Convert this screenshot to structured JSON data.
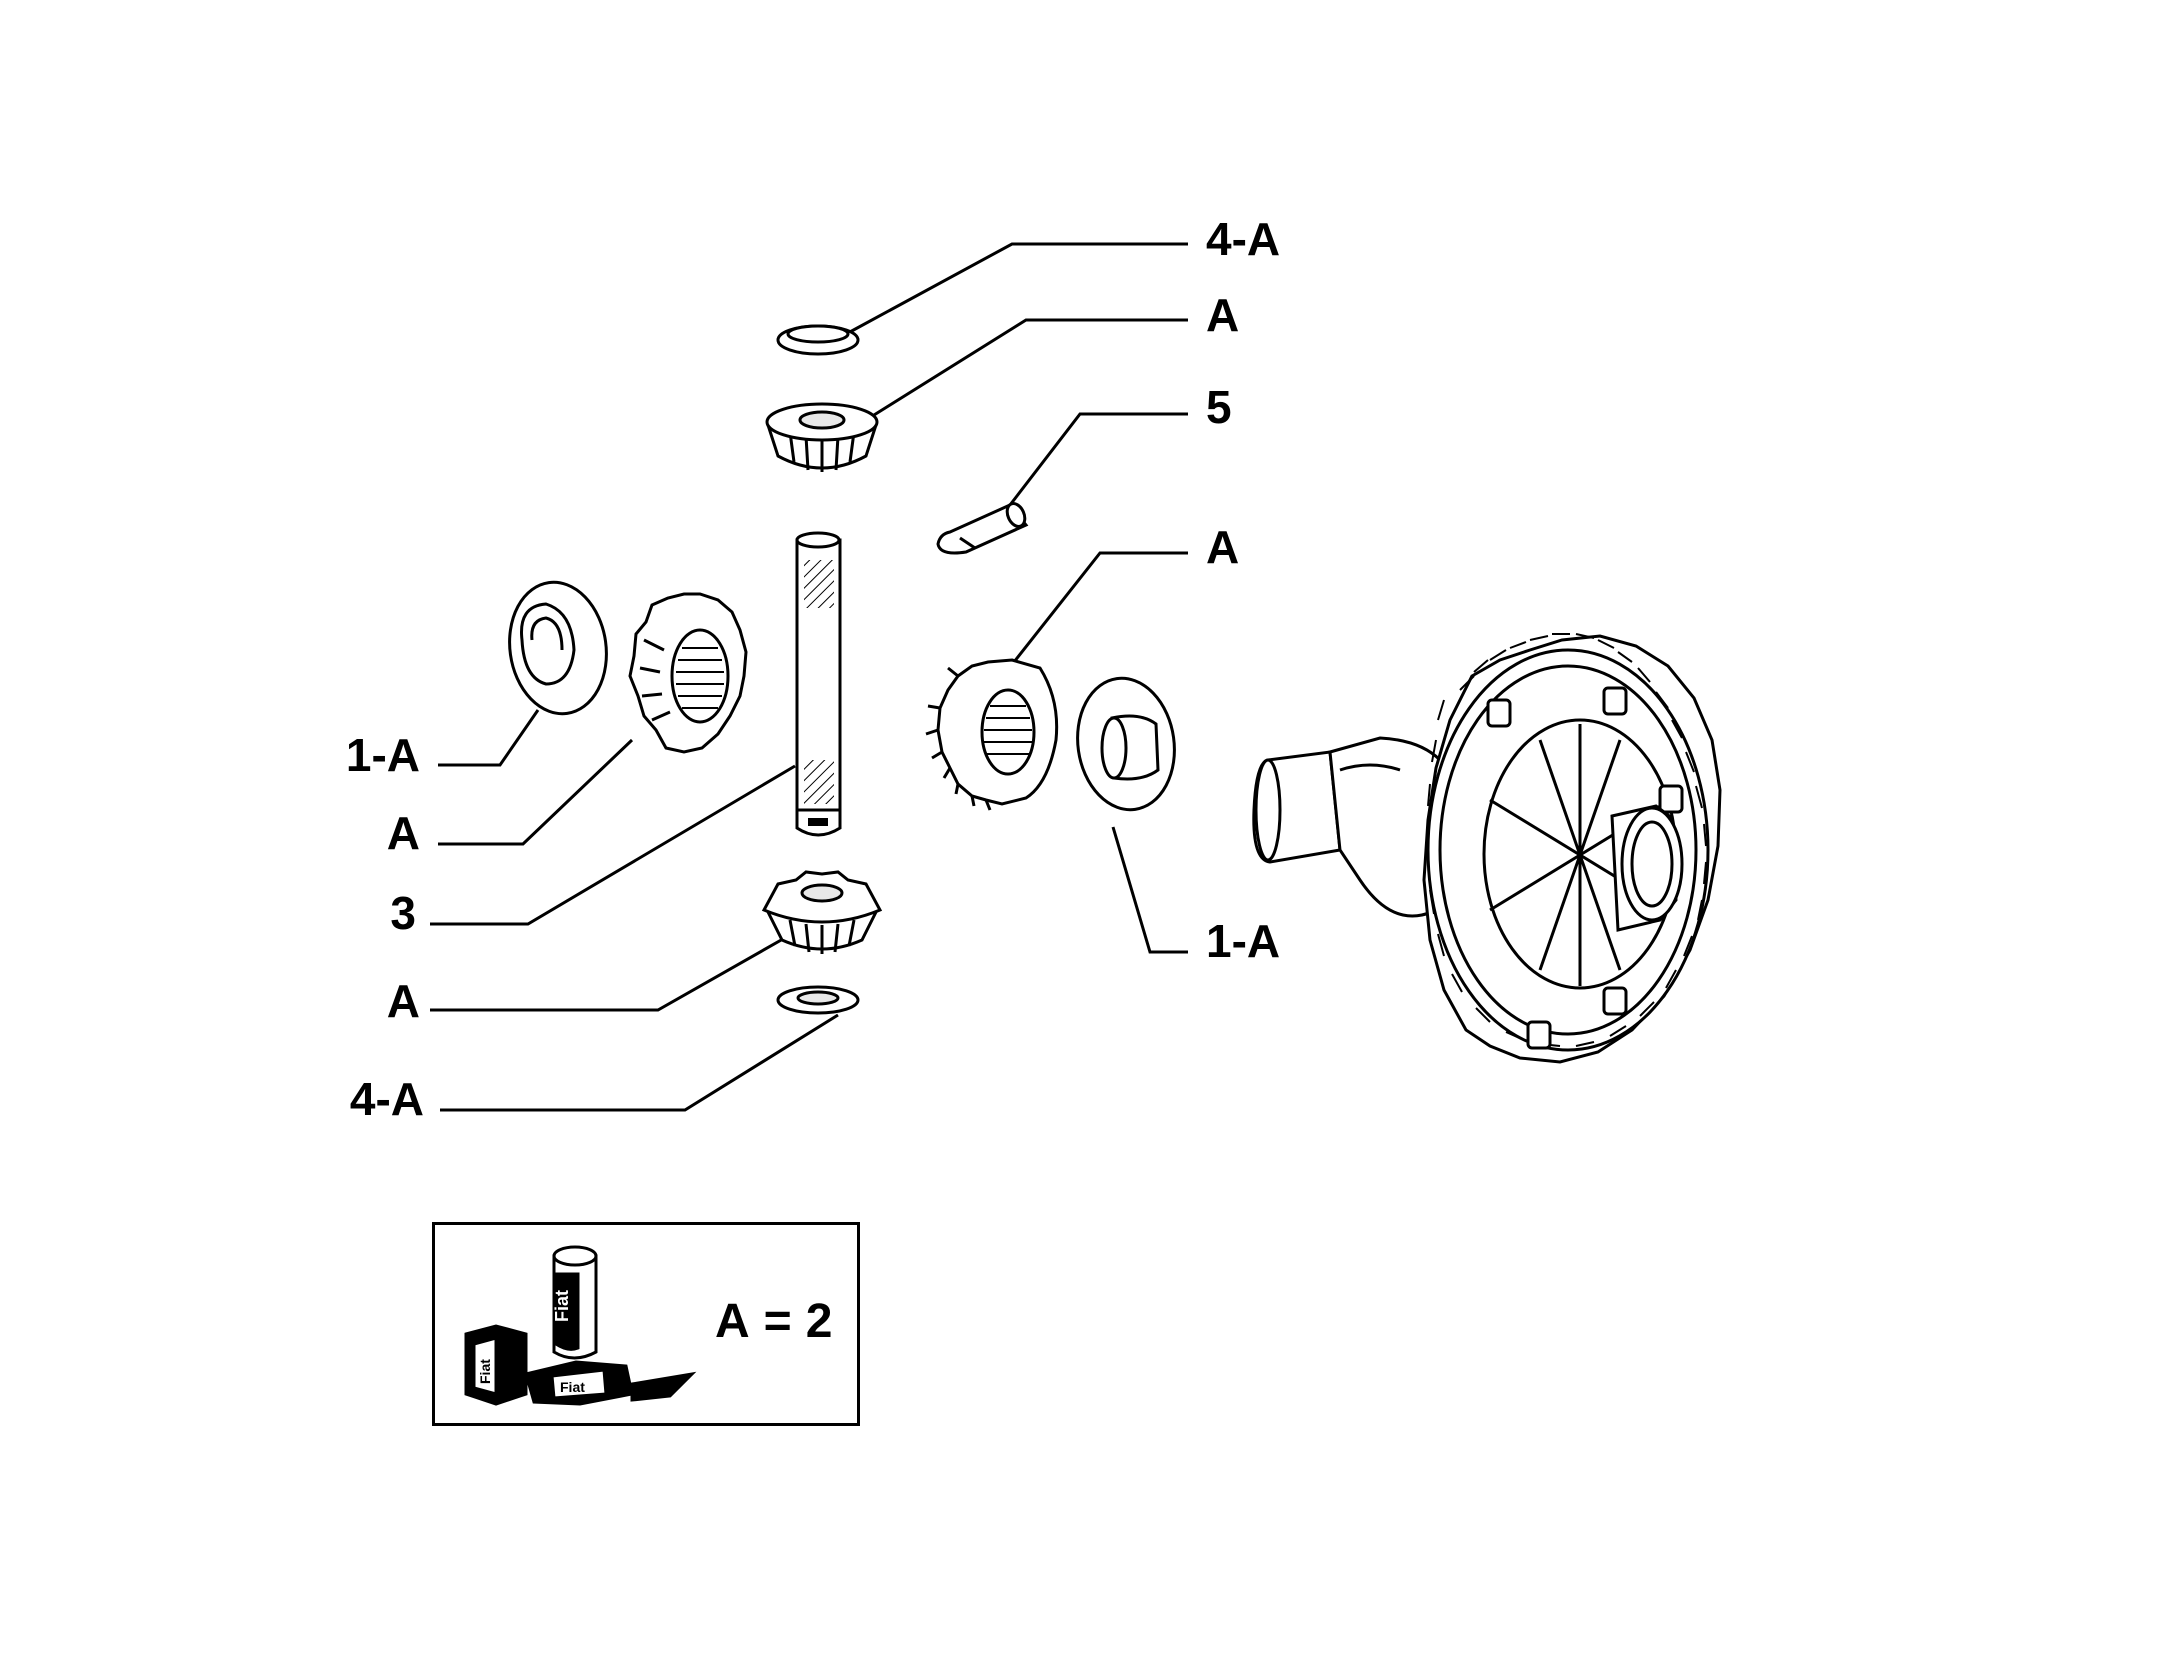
{
  "diagram": {
    "callouts": {
      "washer_top": "4-A",
      "planet_gear_top": "A",
      "pin": "5",
      "side_gear_right": "A",
      "side_washer_right": "1-A",
      "side_washer_left": "1-A",
      "side_gear_left": "A",
      "shaft": "3",
      "planet_gear_bottom": "A",
      "washer_bottom": "4-A"
    },
    "kit_legend": {
      "letter": "A",
      "equals": "=",
      "quantity": "2",
      "logo_word": "Fiat"
    }
  }
}
